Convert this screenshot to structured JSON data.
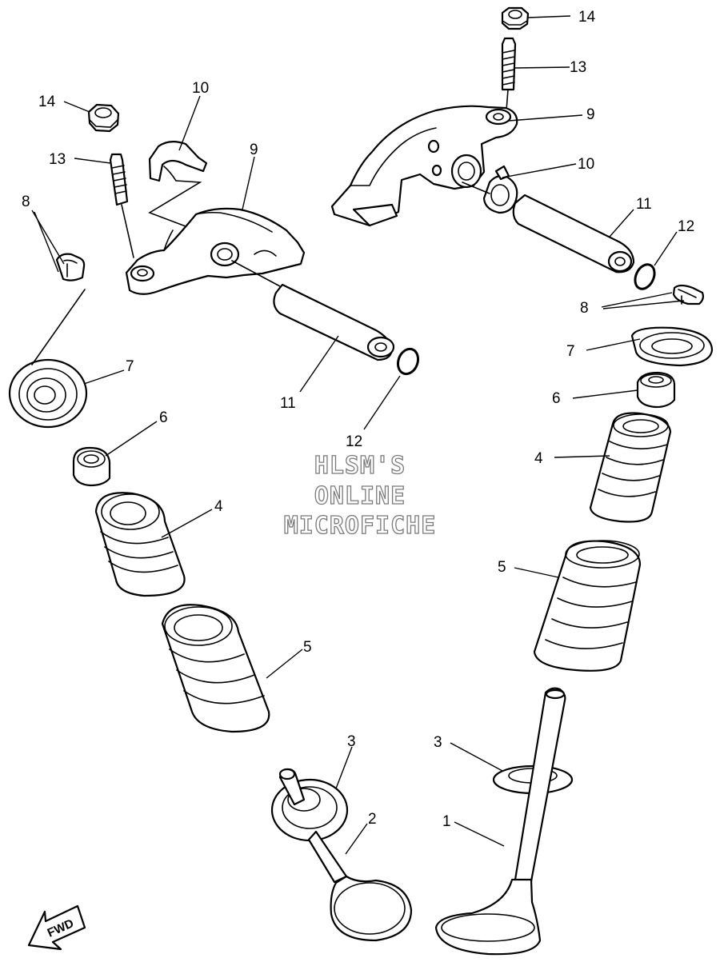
{
  "watermark": {
    "line1": "HLSM'S",
    "line2": "ONLINE",
    "line3": "MICROFICHE"
  },
  "fwd_arrow": {
    "label": "FWD",
    "icon": "forward-arrow-icon"
  },
  "callouts": {
    "c14a": "14",
    "c13a": "13",
    "c10a": "10",
    "c9a": "9",
    "c8a": "8",
    "c7a": "7",
    "c11a": "11",
    "c12a": "12",
    "c6a": "6",
    "c4a": "4",
    "c5a": "5",
    "c3a": "3",
    "c2": "2",
    "c14b": "14",
    "c13b": "13",
    "c9b": "9",
    "c10b": "10",
    "c11b": "11",
    "c12b": "12",
    "c8b": "8",
    "c7b": "7",
    "c6b": "6",
    "c4b": "4",
    "c5b": "5",
    "c3b": "3",
    "c1": "1"
  }
}
